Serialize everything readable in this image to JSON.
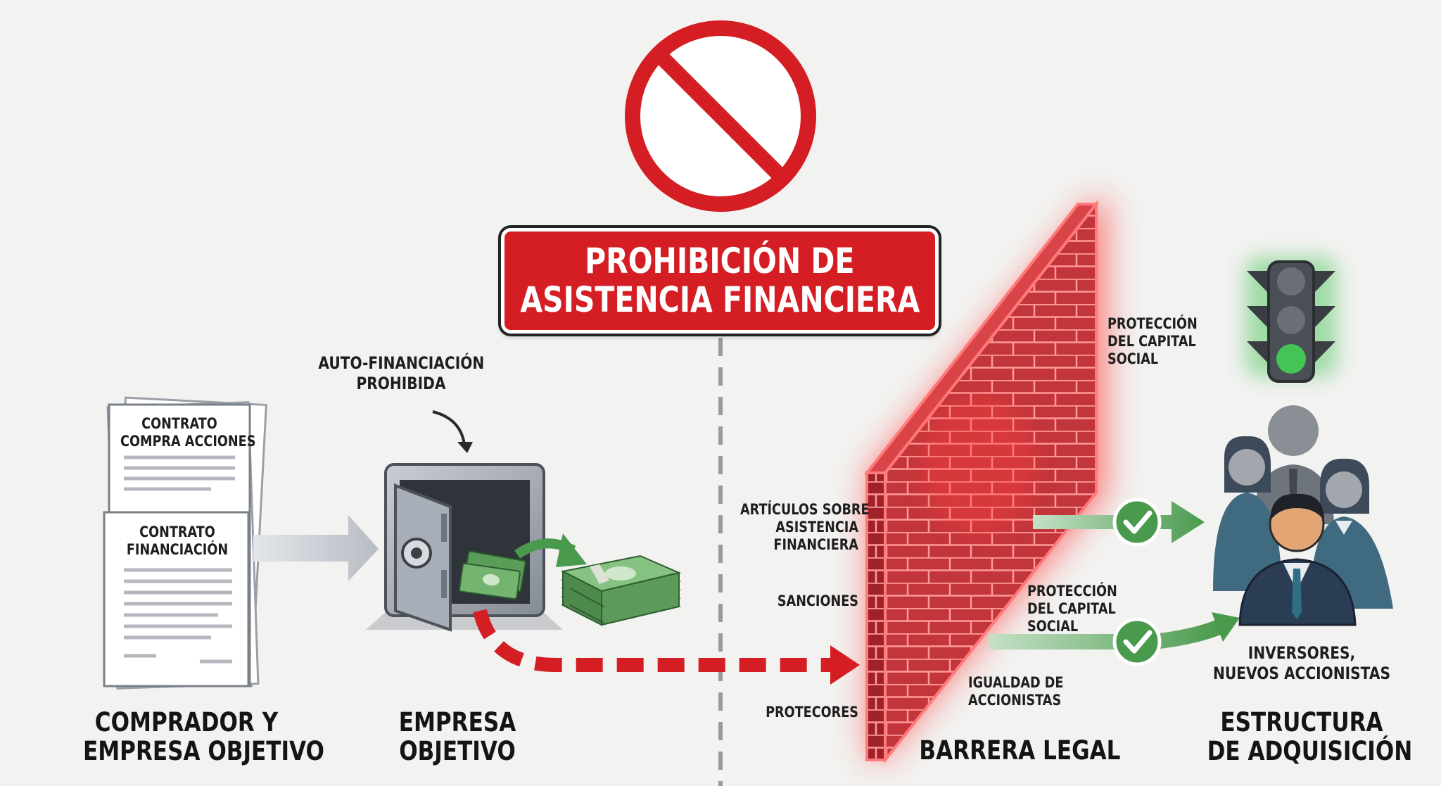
{
  "title": {
    "line1": "PROHIBICIÓN DE",
    "line2": "ASISTENCIA FINANCIERA"
  },
  "documents": {
    "doc1": {
      "line1": "CONTRATO",
      "line2": "COMPRA ACCIONES"
    },
    "doc2": {
      "line1": "CONTRATO",
      "line2": "FINANCIACIÓN"
    }
  },
  "auto_financing": {
    "line1": "AUTO-FINANCIACIÓN",
    "line2": "PROHIBIDA"
  },
  "wall_labels": {
    "articles": {
      "line1": "ARTÍCULOS SOBRE",
      "line2": "ASISTENCIA",
      "line3": "FINANCIERA"
    },
    "sanctions": "SANCIONES",
    "protectors": "PROTECORES",
    "capital_top": {
      "line1": "PROTECCIÓN",
      "line2": "DEL CAPITAL",
      "line3": "SOCIAL"
    },
    "capital_mid": {
      "line1": "PROTECCIÓN",
      "line2": "DEL CAPITAL",
      "line3": "SOCIAL"
    },
    "equality": {
      "line1": "IGUALDAD DE",
      "line2": "ACCIONISTAS"
    }
  },
  "investors": {
    "line1": "INVERSORES,",
    "line2": "NUEVOS ACCIONISTAS"
  },
  "sections": {
    "buyer": {
      "line1": "COMPRADOR Y",
      "line2": "EMPRESA OBJETIVO"
    },
    "target": {
      "line1": "EMPRESA",
      "line2": "OBJETIVO"
    },
    "barrier": "BARRERA LEGAL",
    "structure": {
      "line1": "ESTRUCTURA",
      "line2": "DE ADQUISICIÓN"
    }
  },
  "icons": [
    "prohibition-icon",
    "document-icon",
    "safe-icon",
    "money-stack-icon",
    "brick-wall-icon",
    "traffic-light-icon",
    "check-icon",
    "people-icon"
  ],
  "colors": {
    "red": "#d41e24",
    "green": "#4a9a4e",
    "wall": "#c2353a",
    "dark": "#1e1e1e"
  }
}
